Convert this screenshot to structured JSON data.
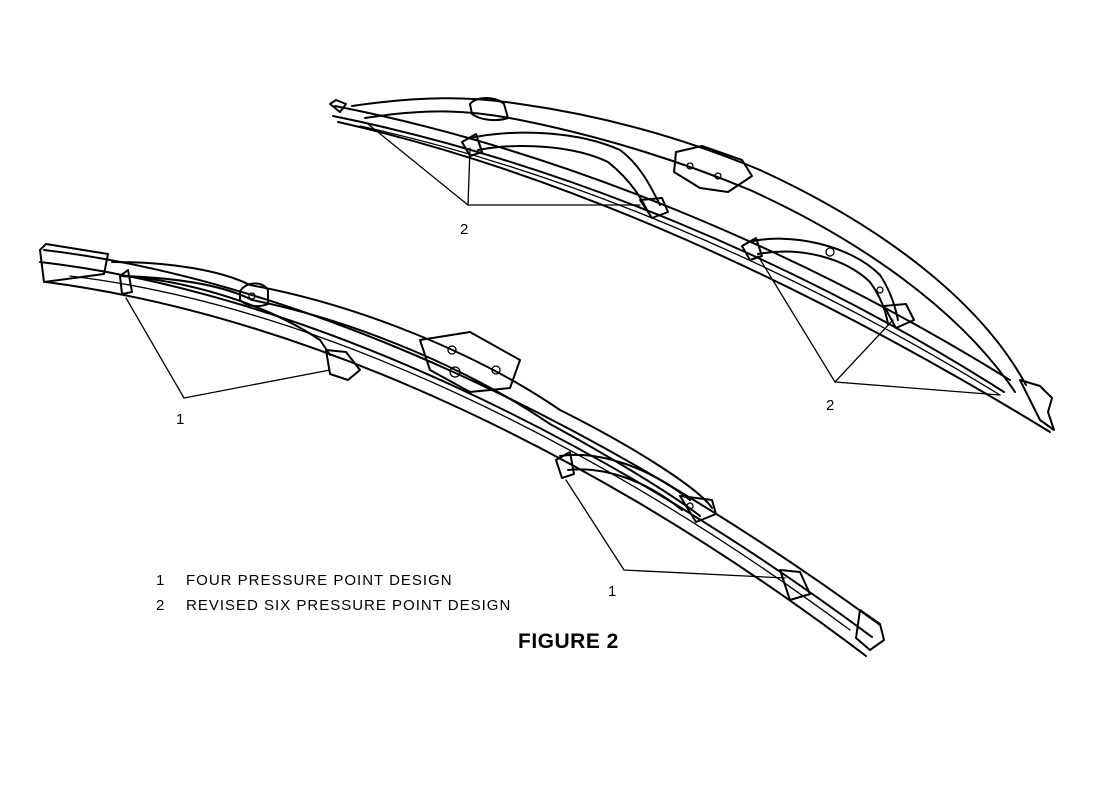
{
  "figure": {
    "title": "FIGURE 2",
    "callouts": {
      "four_point_left": "1",
      "four_point_right": "1",
      "six_point_top": "2",
      "six_point_right": "2"
    },
    "legend": [
      {
        "number": "1",
        "text": "FOUR PRESSURE POINT DESIGN"
      },
      {
        "number": "2",
        "text": "REVISED SIX PRESSURE POINT DESIGN"
      }
    ]
  }
}
